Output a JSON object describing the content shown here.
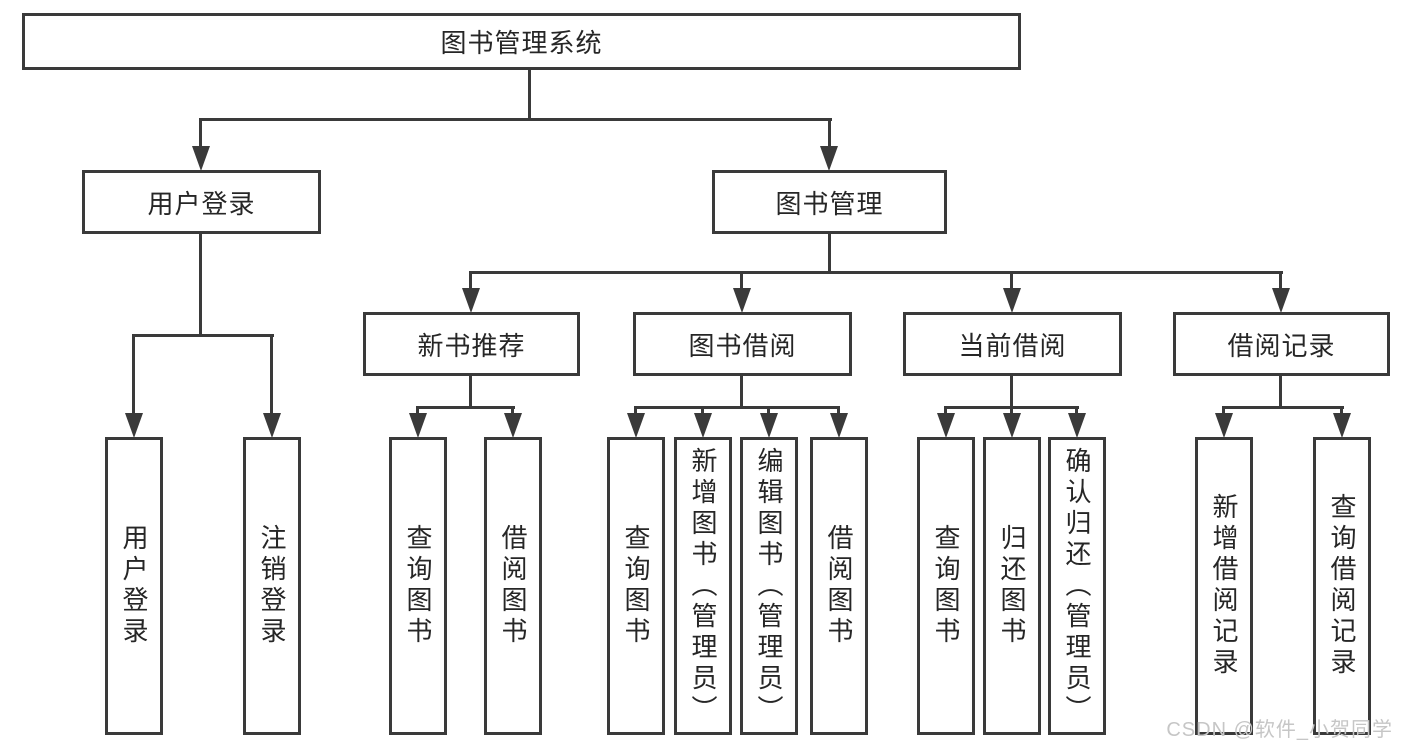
{
  "title": "图书管理系统",
  "user_branch": {
    "label": "用户登录",
    "children": [
      "用户登录",
      "注销登录"
    ]
  },
  "book_branch": {
    "label": "图书管理",
    "sections": [
      {
        "label": "新书推荐",
        "children": [
          "查询图书",
          "借阅图书"
        ]
      },
      {
        "label": "图书借阅",
        "children": [
          "查询图书",
          "新增图书（管理员）",
          "编辑图书（管理员）",
          "借阅图书"
        ]
      },
      {
        "label": "当前借阅",
        "children": [
          "查询图书",
          "归还图书",
          "确认归还（管理员）"
        ]
      },
      {
        "label": "借阅记录",
        "children": [
          "新增借阅记录",
          "查询借阅记录"
        ]
      }
    ]
  },
  "watermark": "CSDN @软件_小贺同学",
  "colors": {
    "line": "#3a3a3a",
    "text": "#262626",
    "watermark": "#c6c6c6",
    "background": "#ffffff"
  }
}
